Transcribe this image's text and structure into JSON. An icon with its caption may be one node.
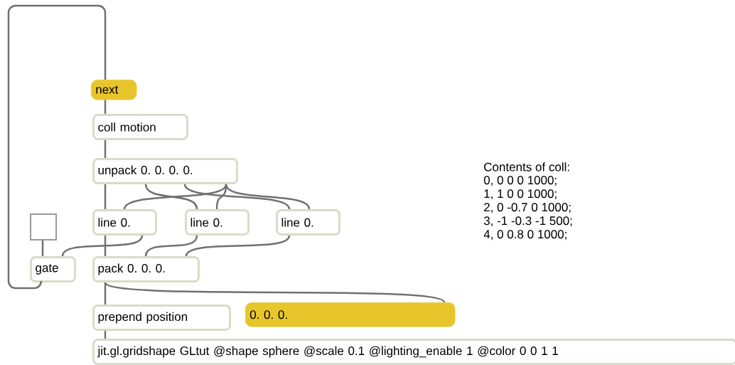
{
  "diagram": {
    "nodes": [
      {
        "text": [
          "next"
        ]
      },
      {
        "text": [
          "coll motion"
        ]
      },
      {
        "text": [
          "unpack 0. 0. 0. 0."
        ]
      },
      {
        "text": [
          "line 0."
        ]
      },
      {
        "text": [
          "line 0."
        ]
      },
      {
        "text": [
          "line 0."
        ]
      },
      {
        "text": [],
        "shape": "box"
      },
      {
        "text": [
          "gate"
        ]
      },
      {
        "text": [
          "pack 0. 0. 0."
        ]
      },
      {
        "text": [
          "prepend position"
        ]
      },
      {
        "text": [
          "0. 0. 0."
        ]
      },
      {
        "text": [
          "jit.gl.gridshape GLtut @shape sphere @scale 0.1 @lighting_enable 1 @color 0 0 1 1"
        ]
      }
    ],
    "edges": [
      {
        "from": 0,
        "to": 1,
        "arrow": "none"
      },
      {
        "from": 1,
        "to": 2,
        "arrow": "none"
      },
      {
        "from": 2,
        "to": 3,
        "arrow": "none"
      },
      {
        "from": 2,
        "to": 4,
        "arrow": "none"
      },
      {
        "from": 2,
        "to": 5,
        "arrow": "none"
      },
      {
        "from": 2,
        "to": 3,
        "arrow": "none"
      },
      {
        "from": 2,
        "to": 4,
        "arrow": "none"
      },
      {
        "from": 2,
        "to": 5,
        "arrow": "none"
      },
      {
        "from": 3,
        "to": 8,
        "arrow": "none"
      },
      {
        "from": 3,
        "to": 7,
        "arrow": "none"
      },
      {
        "from": 4,
        "to": 8,
        "arrow": "none"
      },
      {
        "from": 5,
        "to": 8,
        "arrow": "none"
      },
      {
        "from": 6,
        "to": 7,
        "arrow": "none"
      },
      {
        "from": 7,
        "to": 0,
        "arrow": "none"
      },
      {
        "from": 8,
        "to": 9,
        "arrow": "none"
      },
      {
        "from": 8,
        "to": 10,
        "arrow": "none"
      },
      {
        "from": 9,
        "to": 11,
        "arrow": "none"
      }
    ],
    "labels": [
      "Contents of coll:",
      "0, 0 0 0 1000;",
      "1, 1 0 0 1000;",
      "2, 0 -0.7 0 1000;",
      "3, -1 -0.3 -1 500;",
      "4, 0 0.8 0 1000;"
    ]
  }
}
